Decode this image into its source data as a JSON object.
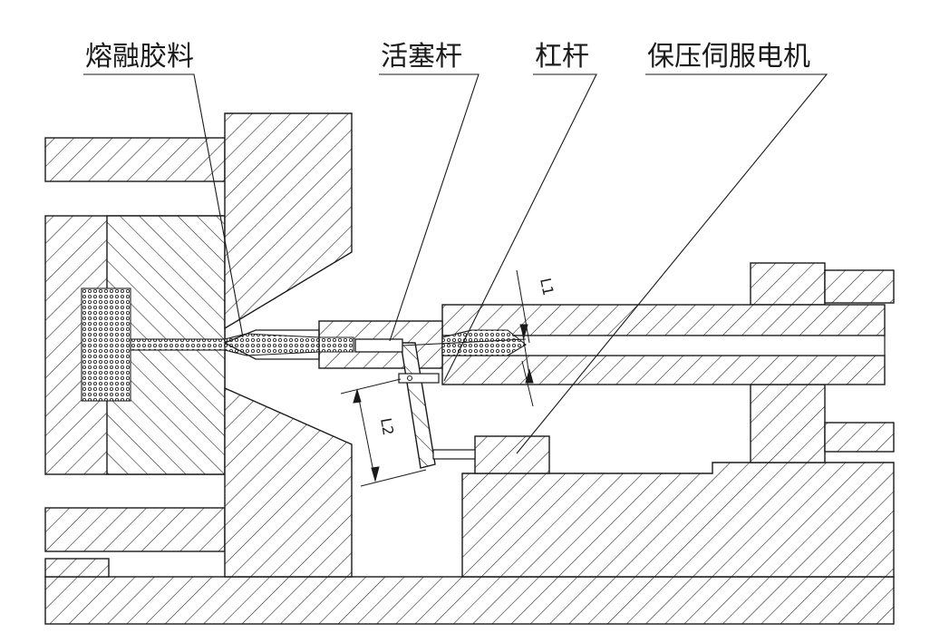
{
  "labels": {
    "molten_material": "熔融胶料",
    "piston_rod": "活塞杆",
    "lever": "杠杆",
    "servo_motor": "保压伺服电机"
  },
  "dimensions": {
    "l1": "L1",
    "l2": "L2"
  },
  "colors": {
    "line": "#1a1a1a",
    "background": "#ffffff"
  }
}
